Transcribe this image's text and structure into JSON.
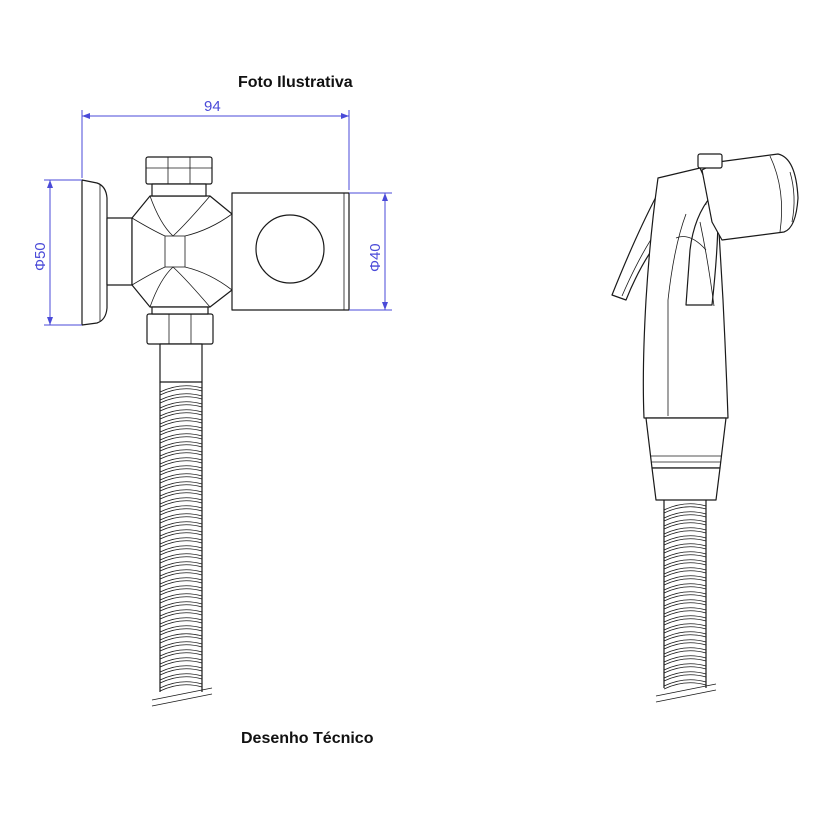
{
  "captions": {
    "top": "Foto Ilustrativa",
    "bottom": "Desenho Técnico"
  },
  "dimensions": {
    "width": "94",
    "flange_diameter": "Φ50",
    "body_diameter": "Φ40"
  },
  "colors": {
    "dimension": "#4a4ad8",
    "line": "#1a1a1a"
  }
}
